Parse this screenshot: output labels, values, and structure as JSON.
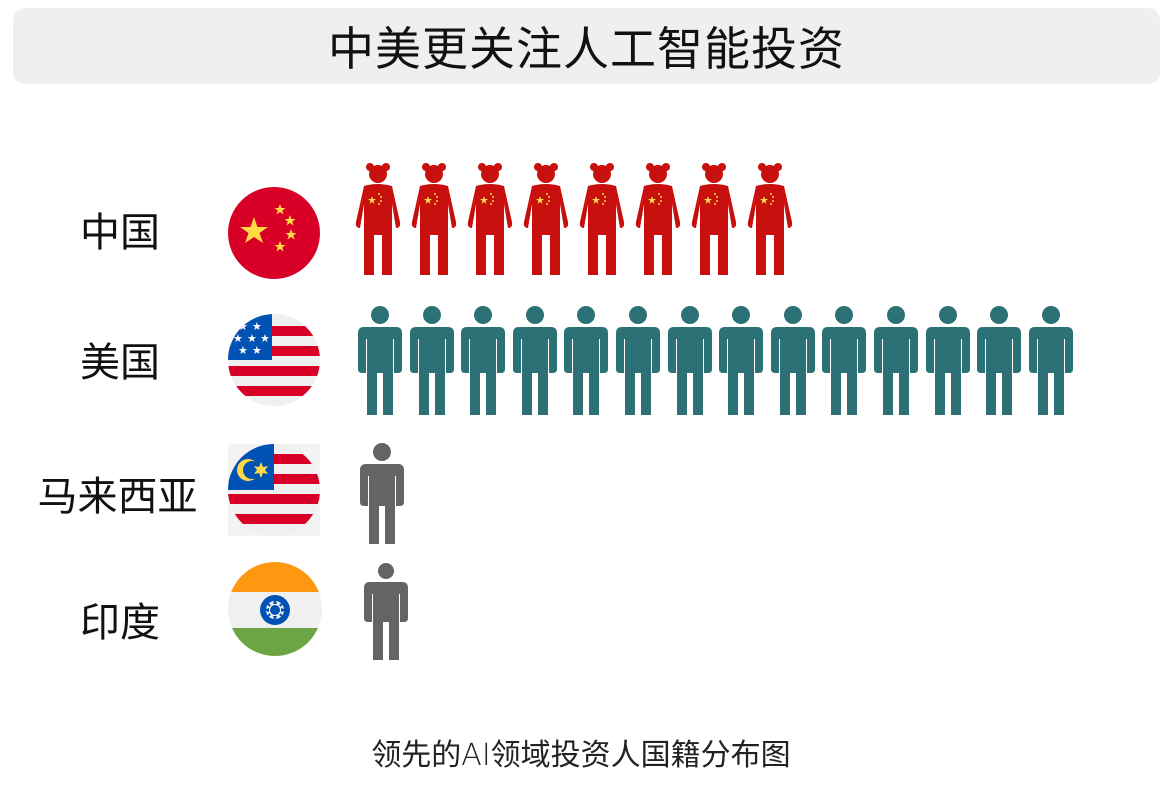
{
  "title": "中美更关注人工智能投资",
  "caption": "领先的AI领域投资人国籍分布图",
  "colors": {
    "china": "#c8100e",
    "usa": "#2b7176",
    "other": "#646466",
    "title_bg": "#efefef"
  },
  "rows": [
    {
      "label": "中国",
      "flag": "china-flag-icon",
      "count": 8,
      "color": "#c8100e"
    },
    {
      "label": "美国",
      "flag": "usa-flag-icon",
      "count": 14,
      "color": "#2b7176"
    },
    {
      "label": "马来西亚",
      "flag": "malaysia-flag-icon",
      "count": 1,
      "color": "#646466"
    },
    {
      "label": "印度",
      "flag": "india-flag-icon",
      "count": 1,
      "color": "#646466"
    }
  ],
  "chart_data": {
    "type": "bar",
    "subtype": "pictograph",
    "title": "中美更关注人工智能投资",
    "caption": "领先的AI领域投资人国籍分布图",
    "categories": [
      "中国",
      "美国",
      "马来西亚",
      "印度"
    ],
    "values": [
      8,
      14,
      1,
      1
    ],
    "unit": "person icons",
    "orientation": "horizontal",
    "grid": false,
    "legend": null
  }
}
